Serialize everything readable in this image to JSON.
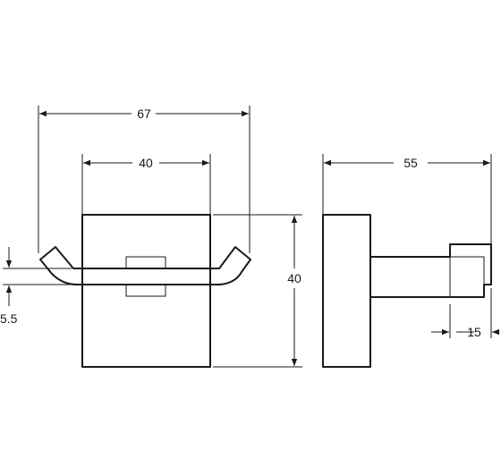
{
  "dimensions": {
    "total_width": "67",
    "plate_width": "40",
    "plate_height": "40",
    "projection": "55",
    "hook_thickness": "5.5",
    "tip_depth": "15"
  },
  "colors": {
    "line": "#1a1a1a",
    "background": "#ffffff"
  }
}
